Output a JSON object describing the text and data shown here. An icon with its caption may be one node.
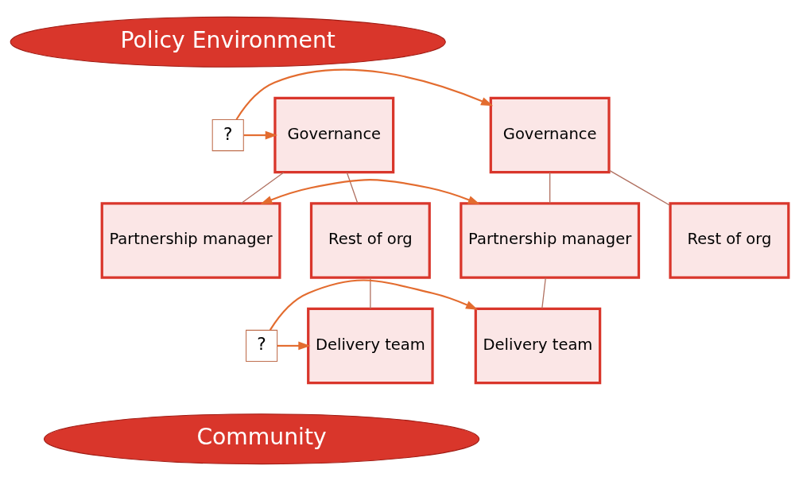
{
  "diagram": {
    "nodes": [
      {
        "text": [
          "Policy Environment"
        ]
      },
      {
        "text": [
          "Governance"
        ]
      },
      {
        "text": [
          "?"
        ]
      },
      {
        "text": [
          "Governance"
        ]
      },
      {
        "text": [
          "Rest of org"
        ]
      },
      {
        "text": [
          "Partnership manager"
        ]
      },
      {
        "text": [
          "Partnership manager"
        ]
      },
      {
        "text": [
          "Rest of org"
        ]
      },
      {
        "text": [
          "Delivery team"
        ]
      },
      {
        "text": [
          "?"
        ]
      },
      {
        "text": [
          "Delivery team"
        ]
      },
      {
        "text": [
          "Community"
        ]
      }
    ],
    "edges": [
      {
        "from": 2,
        "to": 1,
        "arrow": "to",
        "color": "#e36c2f"
      },
      {
        "from": 2,
        "to": 3,
        "arrow": "to",
        "color": "#e36c2f"
      },
      {
        "from": 1,
        "to": 4,
        "arrow": "none"
      },
      {
        "from": 1,
        "to": 5,
        "arrow": "none"
      },
      {
        "from": 3,
        "to": 6,
        "arrow": "none"
      },
      {
        "from": 3,
        "to": 7,
        "arrow": "none"
      },
      {
        "from": 5,
        "to": 6,
        "arrow": "both",
        "color": "#e36c2f"
      },
      {
        "from": 4,
        "to": 8,
        "arrow": "none"
      },
      {
        "from": 6,
        "to": 10,
        "arrow": "none"
      },
      {
        "from": 9,
        "to": 8,
        "arrow": "to",
        "color": "#e36c2f"
      },
      {
        "from": 9,
        "to": 10,
        "arrow": "to",
        "color": "#e36c2f"
      }
    ]
  }
}
